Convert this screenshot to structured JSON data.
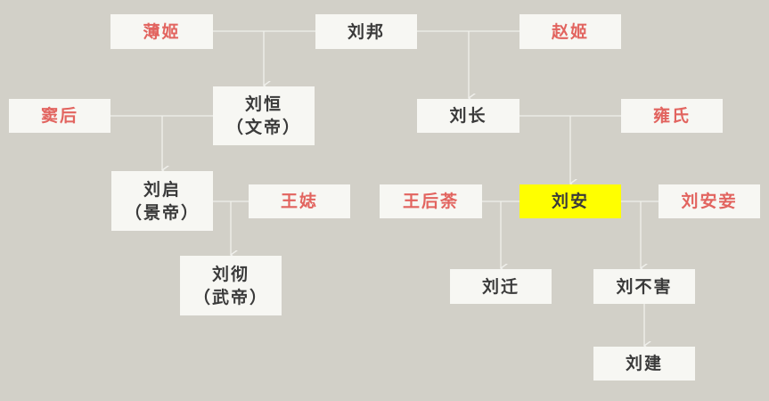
{
  "diagram": {
    "type": "family-tree",
    "colors": {
      "background": "#d2d0c8",
      "node_fill": "#f7f7f3",
      "spouse_text": "#e2645f",
      "member_text": "#3a3a3a",
      "highlight": "#ffff00",
      "line": "#f0f0ec"
    },
    "nodes": {
      "bo_ji": {
        "label": "薄姬",
        "role": "spouse"
      },
      "liu_bang": {
        "label": "刘邦",
        "role": "member"
      },
      "zhao_ji": {
        "label": "赵姬",
        "role": "spouse"
      },
      "dou_hou": {
        "label": "窦后",
        "role": "spouse"
      },
      "liu_heng": {
        "label": "刘恒",
        "title": "（文帝）",
        "role": "member"
      },
      "liu_chang": {
        "label": "刘长",
        "role": "member"
      },
      "yong_shi": {
        "label": "雍氏",
        "role": "spouse"
      },
      "liu_qi": {
        "label": "刘启",
        "title": "（景帝）",
        "role": "member"
      },
      "wang_zhi": {
        "label": "王娡",
        "role": "spouse"
      },
      "liu_che": {
        "label": "刘彻",
        "title": "（武帝）",
        "role": "member"
      },
      "wang_hou_tu": {
        "label": "王后荼",
        "role": "spouse"
      },
      "liu_an": {
        "label": "刘安",
        "role": "member",
        "highlighted": true
      },
      "liu_an_qie": {
        "label": "刘安妾",
        "role": "spouse"
      },
      "liu_qian": {
        "label": "刘迁",
        "role": "member"
      },
      "liu_buhai": {
        "label": "刘不害",
        "role": "member"
      },
      "liu_jian": {
        "label": "刘建",
        "role": "member"
      }
    },
    "edges": [
      {
        "parents": [
          "bo_ji",
          "liu_bang"
        ],
        "child": "liu_heng"
      },
      {
        "parents": [
          "liu_bang",
          "zhao_ji"
        ],
        "child": "liu_chang"
      },
      {
        "parents": [
          "dou_hou",
          "liu_heng"
        ],
        "child": "liu_qi"
      },
      {
        "parents": [
          "liu_chang",
          "yong_shi"
        ],
        "child": "liu_an"
      },
      {
        "parents": [
          "liu_qi",
          "wang_zhi"
        ],
        "child": "liu_che"
      },
      {
        "parents": [
          "wang_hou_tu",
          "liu_an"
        ],
        "child": "liu_qian"
      },
      {
        "parents": [
          "liu_an",
          "liu_an_qie"
        ],
        "child": "liu_buhai"
      },
      {
        "parents": [
          "liu_buhai"
        ],
        "child": "liu_jian"
      }
    ]
  }
}
